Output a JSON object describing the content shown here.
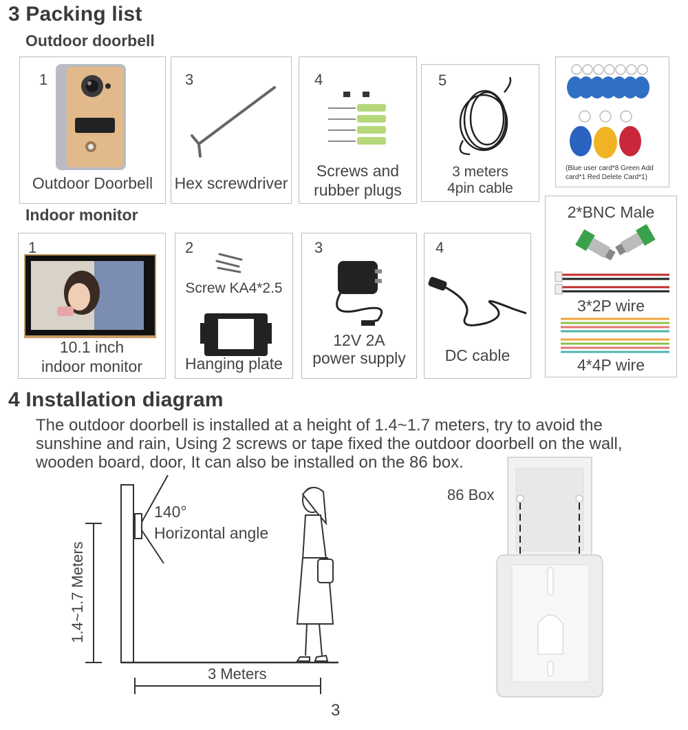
{
  "packing": {
    "title": "3 Packing list",
    "outdoor": {
      "heading": "Outdoor doorbell",
      "items": [
        {
          "num": "1",
          "caption": "Outdoor Doorbell"
        },
        {
          "num": "3",
          "caption": "Hex screwdriver"
        },
        {
          "num": "4",
          "caption_line1": "Screws and",
          "caption_line2": "rubber plugs"
        },
        {
          "num": "5",
          "caption_line1": "3 meters",
          "caption_line2": "4pin cable"
        }
      ],
      "cards_note_line1": "(Blue user card*8  Green Add",
      "cards_note_line2": "card*1  Red Delete Card*1)"
    },
    "indoor": {
      "heading": "Indoor monitor",
      "items": [
        {
          "num": "1",
          "caption_line1": "10.1 inch",
          "caption_line2": "indoor monitor"
        },
        {
          "num": "2",
          "caption_top": "Screw KA4*2.5",
          "caption": "Hanging plate"
        },
        {
          "num": "3",
          "caption_line1": "12V 2A",
          "caption_line2": "power supply"
        },
        {
          "num": "4",
          "caption": "DC cable"
        }
      ],
      "accessories": {
        "bnc": "2*BNC Male",
        "wire2": "3*2P wire",
        "wire4": "4*4P wire"
      }
    }
  },
  "install": {
    "title": "4 Installation diagram",
    "para_line1": "The outdoor doorbell is installed at a height of 1.4~1.7 meters, try to avoid the",
    "para_line2": "sunshine and rain, Using 2 screws or tape fixed the  outdoor doorbell on the wall,",
    "para_line3": "wooden board, door, It can also be installed on the 86 box.",
    "angle": "140°",
    "angle_label": "Horizontal angle",
    "height_label": "1.4~1.7 Meters",
    "distance_label": "3 Meters",
    "box_label": "86 Box"
  },
  "page_number": "3"
}
